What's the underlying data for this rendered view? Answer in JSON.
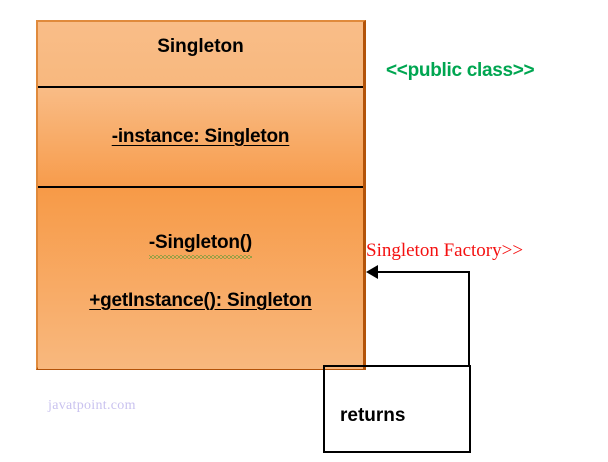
{
  "diagram": {
    "type": "uml-class-diagram",
    "title_text": "Singleton",
    "background_color": "#ffffff"
  },
  "uml_class": {
    "name": "Singleton",
    "fill_color": "#f8b87e",
    "border_color": "#e08a3c",
    "attributes": [
      {
        "text": "-instance: Singleton",
        "static": true,
        "visibility": "private"
      }
    ],
    "operations": [
      {
        "text": "-Singleton()",
        "visibility": "private",
        "spellcheck_underline": true
      },
      {
        "text": "+getInstance(): Singleton",
        "visibility": "public",
        "static": true
      }
    ]
  },
  "annotations": {
    "stereotype": {
      "text": "<<public class>>",
      "color": "#00a651"
    },
    "factory_label": {
      "text": "Singleton Factory>>",
      "color": "#f41111"
    }
  },
  "connector": {
    "returns_label": "returns",
    "arrow_direction": "left",
    "line_color": "#000000"
  },
  "watermark": {
    "text": "javatpoint.com",
    "color": "#c9c2ef"
  }
}
